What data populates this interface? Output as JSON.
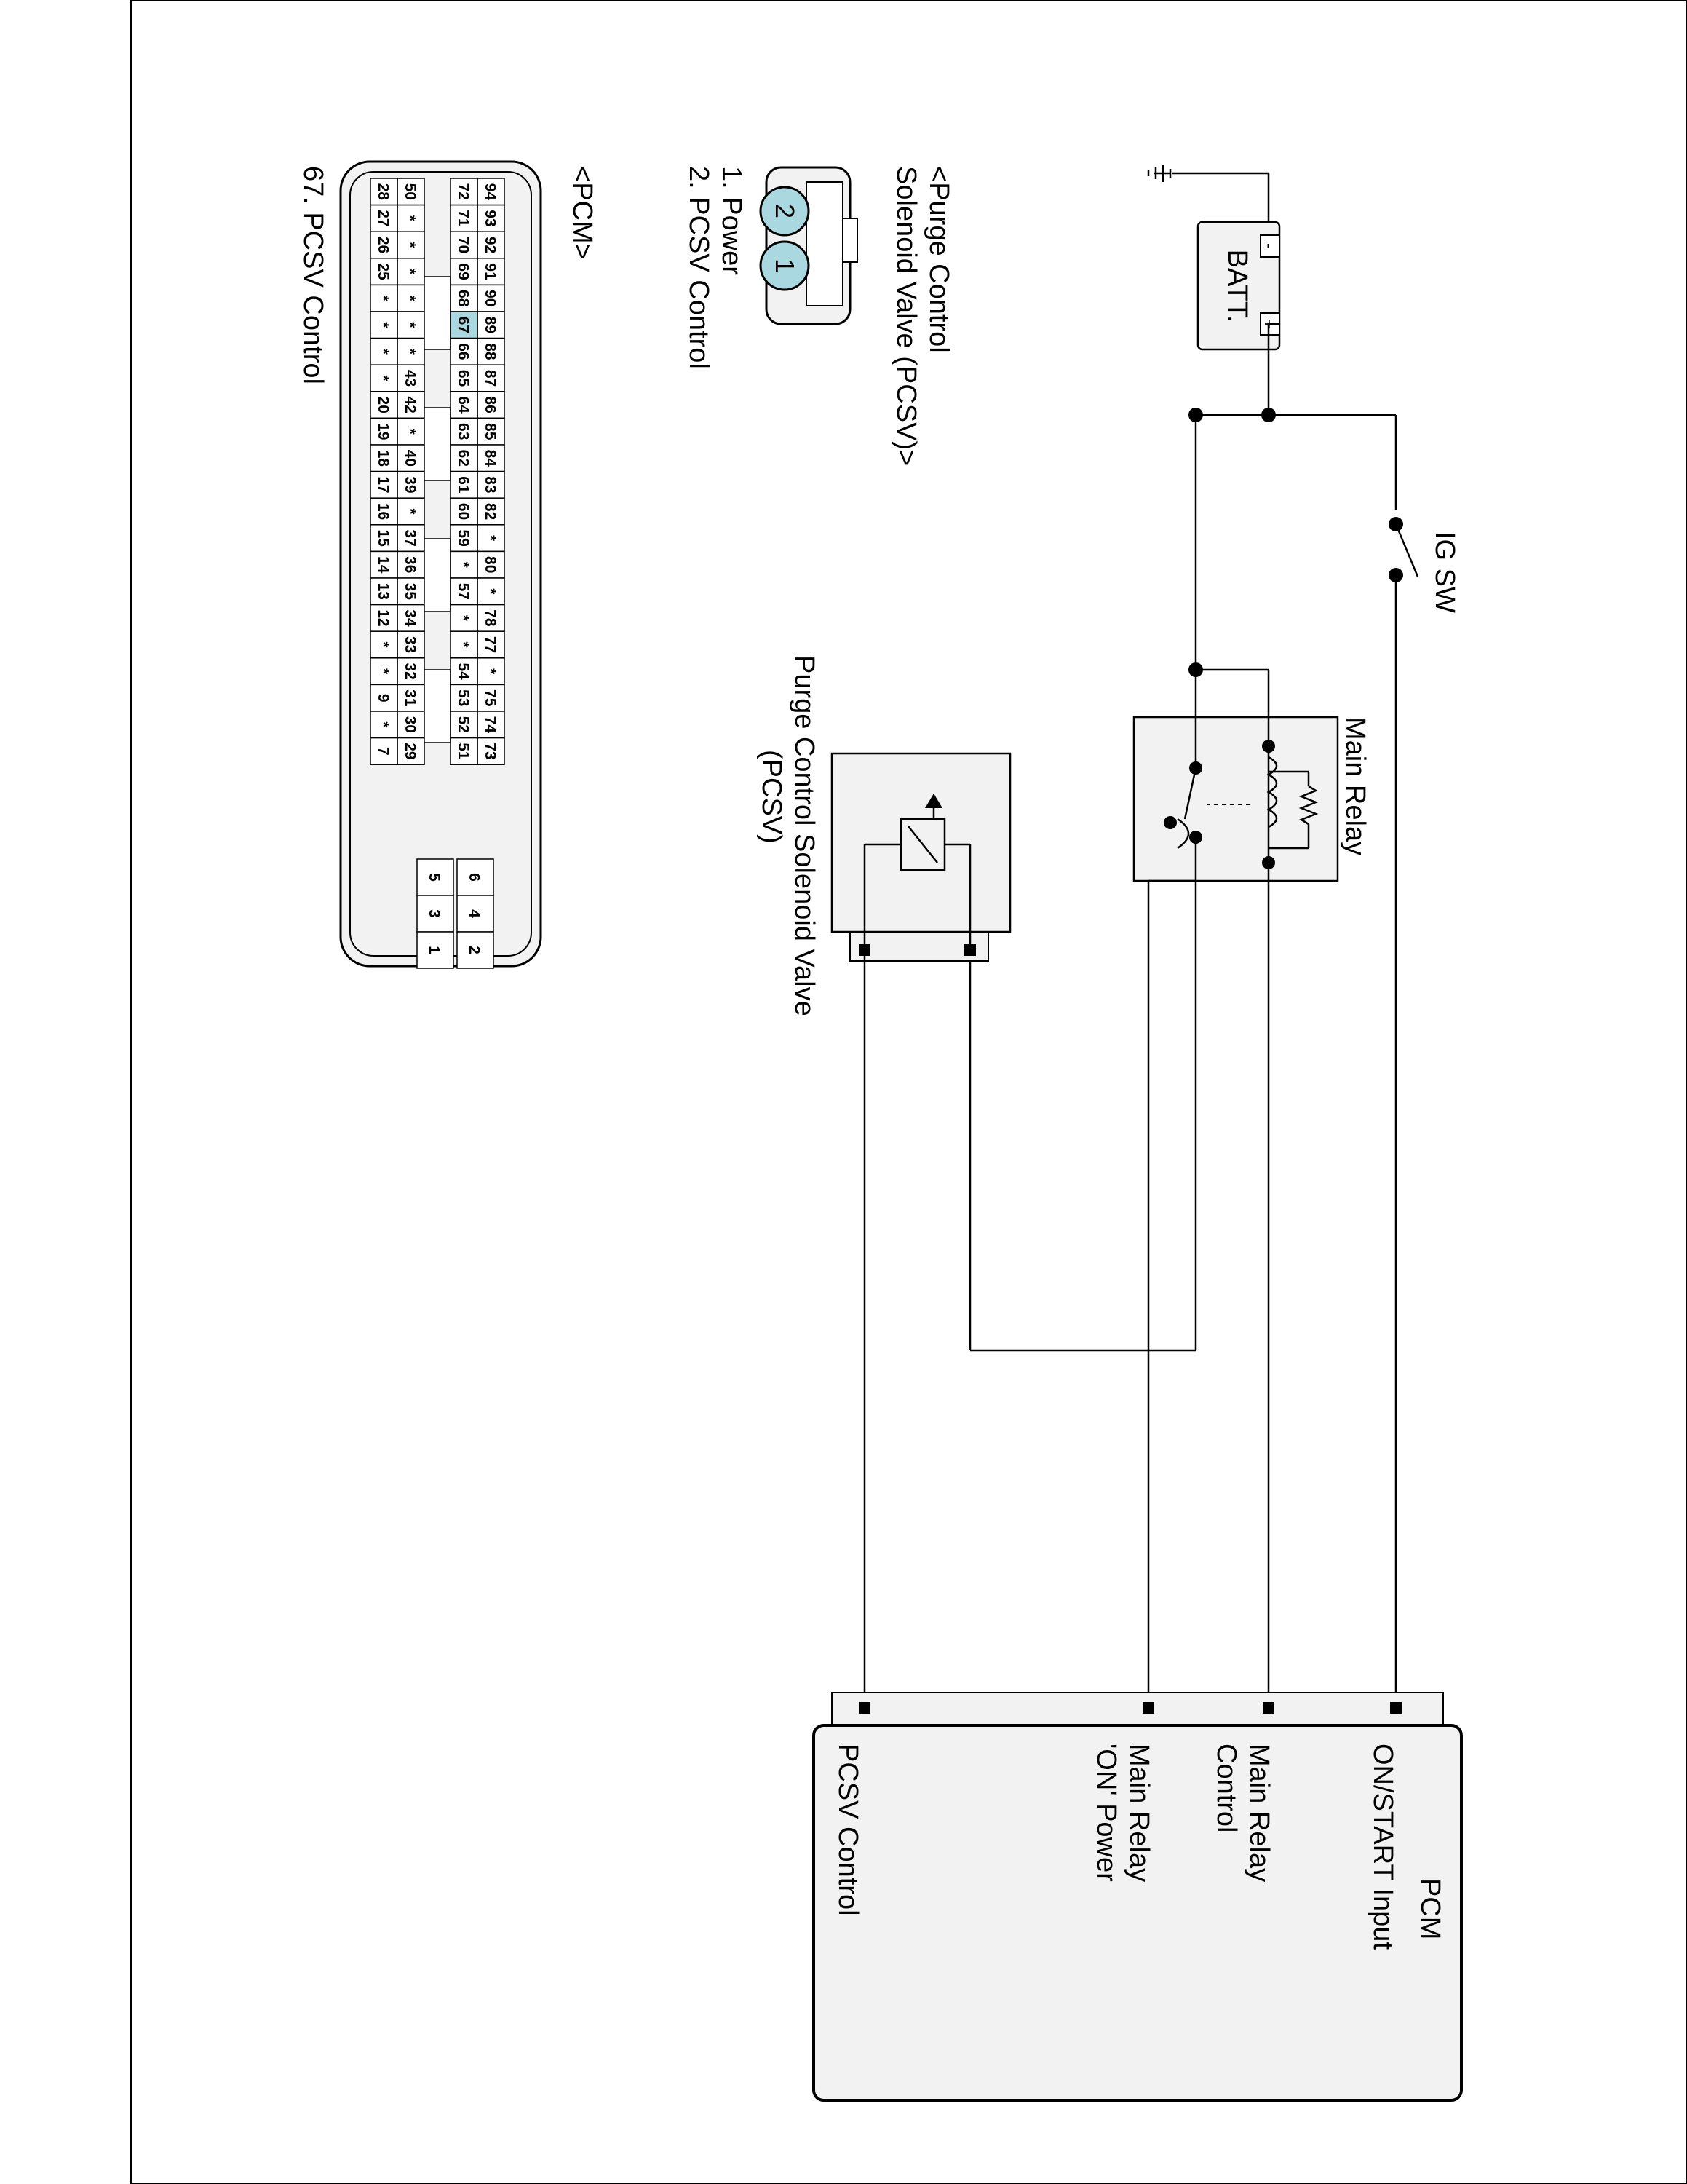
{
  "components": {
    "battery": {
      "label": "BATT.",
      "neg": "-",
      "pos": "+"
    },
    "ig_switch": {
      "label": "IG SW"
    },
    "main_relay": {
      "label": "Main Relay"
    },
    "pcsv": {
      "label_line1": "Purge Control Solenoid Valve",
      "label_line2": "(PCSV)"
    },
    "pcm": {
      "title": "PCM",
      "pins": {
        "on_start": "ON/START Input",
        "relay_ctrl_1": "Main Relay",
        "relay_ctrl_2": "Control",
        "relay_power_1": "Main Relay",
        "relay_power_2": "'ON' Power",
        "pcsv_ctrl": "PCSV Control"
      }
    }
  },
  "connector_info": {
    "pcsv_title_1": "<Purge Control",
    "pcsv_title_2": "Solenoid Valve (PCSV)>",
    "pin_1": "1. Power",
    "pin_2": "2. PCSV Control",
    "pin_label_1": "1",
    "pin_label_2": "2",
    "pcm_title": "<PCM>",
    "pcm_pin_desc": "67. PCSV Control",
    "pcm_rows": [
      [
        "94",
        "93",
        "92",
        "91",
        "90",
        "89",
        "88",
        "87",
        "86",
        "85",
        "84",
        "83",
        "82",
        "*",
        "80",
        "*",
        "78",
        "77",
        "*",
        "75",
        "74",
        "73"
      ],
      [
        "72",
        "71",
        "70",
        "69",
        "68",
        "67",
        "66",
        "65",
        "64",
        "63",
        "62",
        "61",
        "60",
        "59",
        "*",
        "57",
        "*",
        "*",
        "54",
        "53",
        "52",
        "51"
      ],
      [
        "50",
        "*",
        "*",
        "*",
        "*",
        "*",
        "*",
        "43",
        "42",
        "*",
        "40",
        "39",
        "*",
        "37",
        "36",
        "35",
        "34",
        "33",
        "32",
        "31",
        "30",
        "29"
      ],
      [
        "28",
        "27",
        "26",
        "25",
        "*",
        "*",
        "*",
        "*",
        "20",
        "19",
        "18",
        "17",
        "16",
        "15",
        "14",
        "13",
        "12",
        "*",
        "*",
        "9",
        "*",
        "7"
      ]
    ],
    "pcm_small_block": [
      [
        "6",
        "5"
      ],
      [
        "4",
        "3"
      ],
      [
        "2",
        "1"
      ]
    ],
    "highlight_pin": "67"
  }
}
